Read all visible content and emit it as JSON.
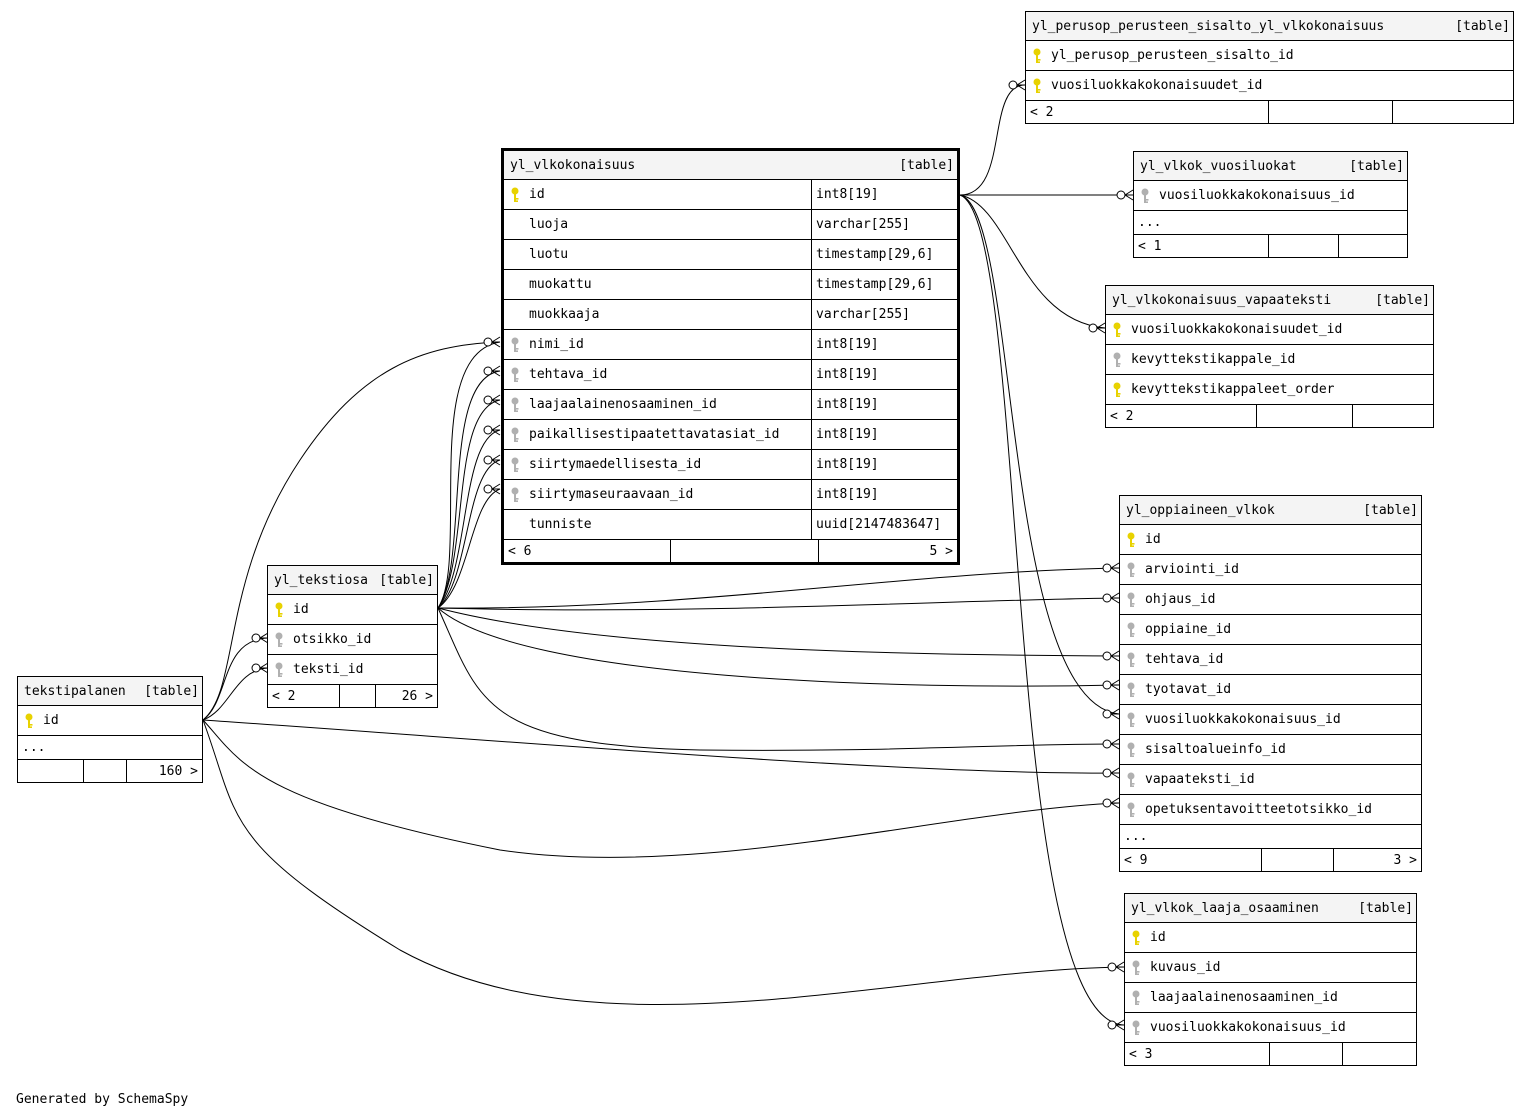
{
  "colors": {
    "pk_key": "#e8d200",
    "fk_key": "#b0b0b0",
    "header_bg": "#f4f4f4",
    "line": "#000000"
  },
  "credit": "Generated by SchemaSpy",
  "tables": {
    "perusop": {
      "name": "yl_perusop_perusteen_sisalto_yl_vlkokonaisuus",
      "kind": "[table]",
      "columns": [
        {
          "name": "yl_perusop_perusteen_sisalto_id",
          "key": "pk"
        },
        {
          "name": "vuosiluokkakokonaisuudet_id",
          "key": "pk"
        }
      ],
      "footer": [
        "< 2",
        "",
        ""
      ]
    },
    "vuosiluokat": {
      "name": "yl_vlkok_vuosiluokat",
      "kind": "[table]",
      "columns": [
        {
          "name": "vuosiluokkakokonaisuus_id",
          "key": "fk"
        }
      ],
      "more": "...",
      "footer": [
        "< 1",
        "",
        ""
      ]
    },
    "vapaateksti": {
      "name": "yl_vlkokonaisuus_vapaateksti",
      "kind": "[table]",
      "columns": [
        {
          "name": "vuosiluokkakokonaisuudet_id",
          "key": "pk"
        },
        {
          "name": "kevyttekstikappale_id",
          "key": "fk"
        },
        {
          "name": "kevyttekstikappaleet_order",
          "key": "pk"
        }
      ],
      "footer": [
        "< 2",
        "",
        ""
      ]
    },
    "vlkokonaisuus": {
      "name": "yl_vlkokonaisuus",
      "kind": "[table]",
      "columns": [
        {
          "name": "id",
          "key": "pk",
          "type": "int8[19]"
        },
        {
          "name": "luoja",
          "key": "none",
          "type": "varchar[255]"
        },
        {
          "name": "luotu",
          "key": "none",
          "type": "timestamp[29,6]"
        },
        {
          "name": "muokattu",
          "key": "none",
          "type": "timestamp[29,6]"
        },
        {
          "name": "muokkaaja",
          "key": "none",
          "type": "varchar[255]"
        },
        {
          "name": "nimi_id",
          "key": "fk",
          "type": "int8[19]"
        },
        {
          "name": "tehtava_id",
          "key": "fk",
          "type": "int8[19]"
        },
        {
          "name": "laajaalainenosaaminen_id",
          "key": "fk",
          "type": "int8[19]"
        },
        {
          "name": "paikallisestipaatettavatasiat_id",
          "key": "fk",
          "type": "int8[19]"
        },
        {
          "name": "siirtymaedellisesta_id",
          "key": "fk",
          "type": "int8[19]"
        },
        {
          "name": "siirtymaseuraavaan_id",
          "key": "fk",
          "type": "int8[19]"
        },
        {
          "name": "tunniste",
          "key": "none",
          "type": "uuid[2147483647]"
        }
      ],
      "footer": [
        "< 6",
        "",
        "5 >"
      ]
    },
    "oppiaineen": {
      "name": "yl_oppiaineen_vlkok",
      "kind": "[table]",
      "columns": [
        {
          "name": "id",
          "key": "pk"
        },
        {
          "name": "arviointi_id",
          "key": "fk"
        },
        {
          "name": "ohjaus_id",
          "key": "fk"
        },
        {
          "name": "oppiaine_id",
          "key": "fk"
        },
        {
          "name": "tehtava_id",
          "key": "fk"
        },
        {
          "name": "tyotavat_id",
          "key": "fk"
        },
        {
          "name": "vuosiluokkakokonaisuus_id",
          "key": "fk"
        },
        {
          "name": "sisaltoalueinfo_id",
          "key": "fk"
        },
        {
          "name": "vapaateksti_id",
          "key": "fk"
        },
        {
          "name": "opetuksentavoitteetotsikko_id",
          "key": "fk"
        }
      ],
      "more": "...",
      "footer": [
        "< 9",
        "",
        "3 >"
      ]
    },
    "laaja": {
      "name": "yl_vlkok_laaja_osaaminen",
      "kind": "[table]",
      "columns": [
        {
          "name": "id",
          "key": "pk"
        },
        {
          "name": "kuvaus_id",
          "key": "fk"
        },
        {
          "name": "laajaalainenosaaminen_id",
          "key": "fk"
        },
        {
          "name": "vuosiluokkakokonaisuus_id",
          "key": "fk"
        }
      ],
      "footer": [
        "< 3",
        "",
        ""
      ]
    },
    "tekstiosa": {
      "name": "yl_tekstiosa",
      "kind": "[table]",
      "columns": [
        {
          "name": "id",
          "key": "pk"
        },
        {
          "name": "otsikko_id",
          "key": "fk"
        },
        {
          "name": "teksti_id",
          "key": "fk"
        }
      ],
      "footer": [
        "< 2",
        "",
        "26 >"
      ]
    },
    "tekstipalanen": {
      "name": "tekstipalanen",
      "kind": "[table]",
      "columns": [
        {
          "name": "id",
          "key": "pk"
        }
      ],
      "more": "...",
      "footer": [
        "",
        "",
        "160 >"
      ]
    }
  }
}
